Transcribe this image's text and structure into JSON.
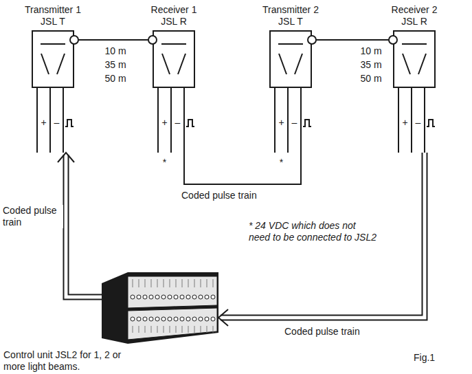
{
  "diagram": {
    "nodes": [
      {
        "text": [
          "Transmitter 1 JSL T"
        ]
      },
      {
        "text": [
          "Receiver 1 JSL R"
        ]
      },
      {
        "text": [
          "Transmitter 2 JSL T"
        ]
      },
      {
        "text": [
          "Receiver 2 JSL R"
        ]
      },
      {
        "text": [
          "Control unit JSL2 for 1, 2 or more light beams."
        ]
      }
    ],
    "edges": [
      {
        "from": 4,
        "to": 0,
        "arrow": "to",
        "label": "Coded pulse train"
      },
      {
        "from": 0,
        "to": 1,
        "arrow": "none"
      },
      {
        "from": 1,
        "to": 2,
        "arrow": "none",
        "label": "Coded pulse train"
      },
      {
        "from": 2,
        "to": 3,
        "arrow": "none"
      },
      {
        "from": 3,
        "to": 4,
        "arrow": "to",
        "label": "Coded pulse train"
      }
    ],
    "labels": [
      "+",
      "–",
      "10 m",
      "35 m",
      "50 m",
      "+",
      "–",
      "+",
      "–",
      "10 m",
      "35 m",
      "50 m",
      "+",
      "–",
      "*",
      "*",
      "* 24 VDC which does not need to be connected to JSL2",
      "Fig.1"
    ]
  }
}
